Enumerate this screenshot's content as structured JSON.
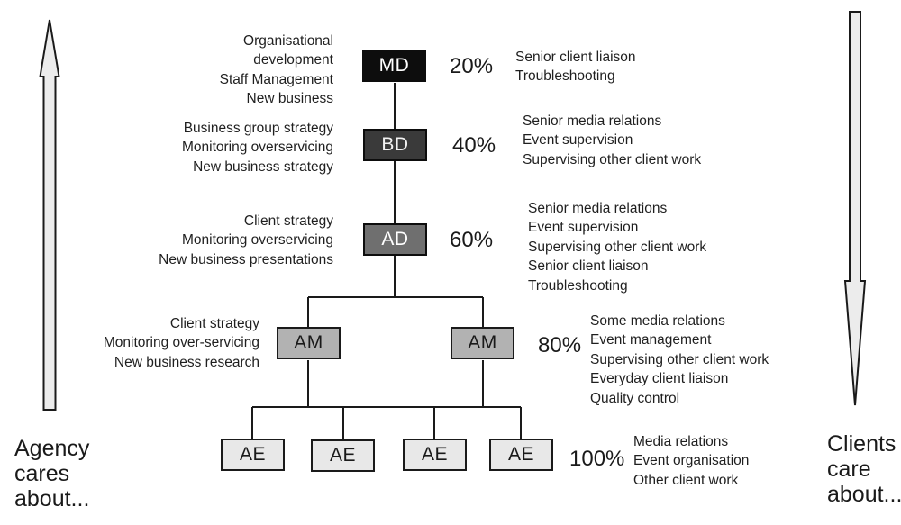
{
  "side_labels": {
    "agency": [
      "Agency",
      "cares",
      "about..."
    ],
    "clients": [
      "Clients",
      "care",
      "about..."
    ]
  },
  "colors": {
    "md_box": "#0d0d0d",
    "bd_box": "#3a3a3a",
    "ad_box": "#6f6f6f",
    "am_box": "#b2b2b2",
    "ae_box": "#e8e8e8",
    "dark_box_text": "#ffffff",
    "light_box_text": "#1a1a1a",
    "line": "#1a1a1a",
    "arrow_fill": "#ececec"
  },
  "levels": [
    {
      "code": "MD",
      "percent": "20%",
      "agency_cares": [
        "Organisational",
        "development",
        "Staff Management",
        "New business"
      ],
      "clients_care": [
        "Senior client liaison",
        "Troubleshooting"
      ]
    },
    {
      "code": "BD",
      "percent": "40%",
      "agency_cares": [
        "Business group strategy",
        "Monitoring overservicing",
        "New business strategy"
      ],
      "clients_care": [
        "Senior media relations",
        "Event supervision",
        "Supervising other client work"
      ]
    },
    {
      "code": "AD",
      "percent": "60%",
      "agency_cares": [
        "Client strategy",
        "Monitoring overservicing",
        "New business presentations"
      ],
      "clients_care": [
        "Senior media relations",
        "Event supervision",
        "Supervising other client work",
        "Senior client liaison",
        "Troubleshooting"
      ]
    },
    {
      "code": "AM",
      "percent": "80%",
      "box_count": 2,
      "agency_cares": [
        "Client strategy",
        "Monitoring over-servicing",
        "New business research"
      ],
      "clients_care": [
        "Some media relations",
        "Event management",
        "Supervising other client work",
        "Everyday client liaison",
        "Quality control"
      ]
    },
    {
      "code": "AE",
      "percent": "100%",
      "box_count": 4,
      "agency_cares": [],
      "clients_care": [
        "Media relations",
        "Event organisation",
        "Other client work"
      ]
    }
  ]
}
